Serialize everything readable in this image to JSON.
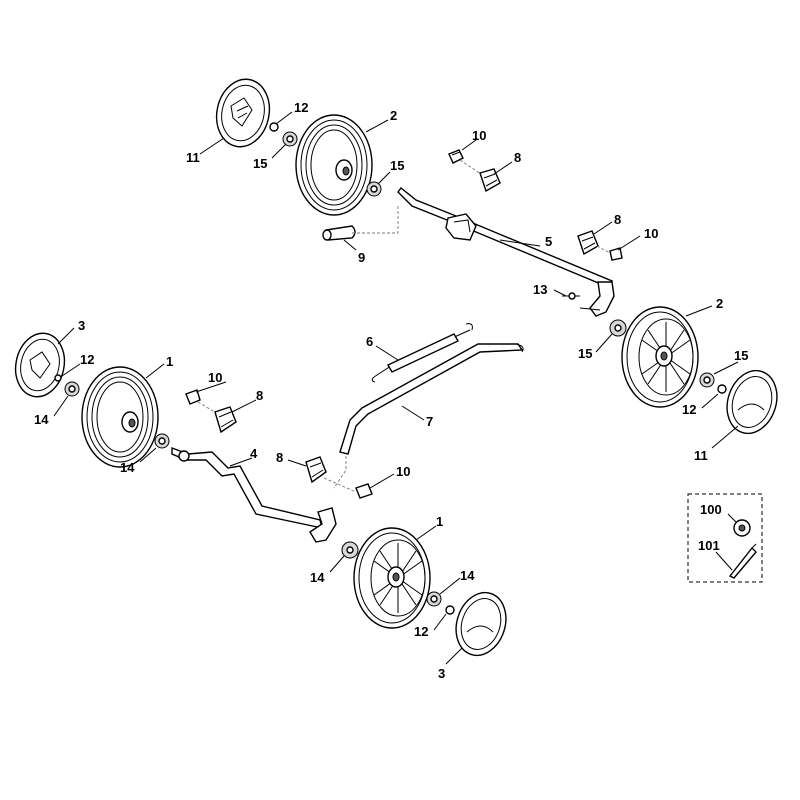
{
  "callouts": {
    "c11a": "11",
    "c12a": "12",
    "c15a": "15",
    "c2a": "2",
    "c15b": "15",
    "c10a": "10",
    "c8a": "8",
    "c9": "9",
    "c5": "5",
    "c8b": "8",
    "c10b": "10",
    "c13": "13",
    "c2b": "2",
    "c15c": "15",
    "c15d": "15",
    "c12b": "12",
    "c11b": "11",
    "c3a": "3",
    "c12c": "12",
    "c14a": "14",
    "c1a": "1",
    "c14b": "14",
    "c10c": "10",
    "c8c": "8",
    "c6": "6",
    "c7": "7",
    "c4": "4",
    "c8d": "8",
    "c10d": "10",
    "c1b": "1",
    "c14c": "14",
    "c14d": "14",
    "c12d": "12",
    "c3b": "3",
    "c100": "100",
    "c101": "101"
  },
  "icons": {
    "tread_wheel": "tread-wheel-icon",
    "spoked_wheel": "spoked-wheel-icon",
    "hub_cap": "hub-cap-icon",
    "bushing": "bushing-icon",
    "washer": "washer-icon",
    "clip": "clip-icon",
    "bracket": "bracket-icon",
    "lever": "lever-icon"
  }
}
